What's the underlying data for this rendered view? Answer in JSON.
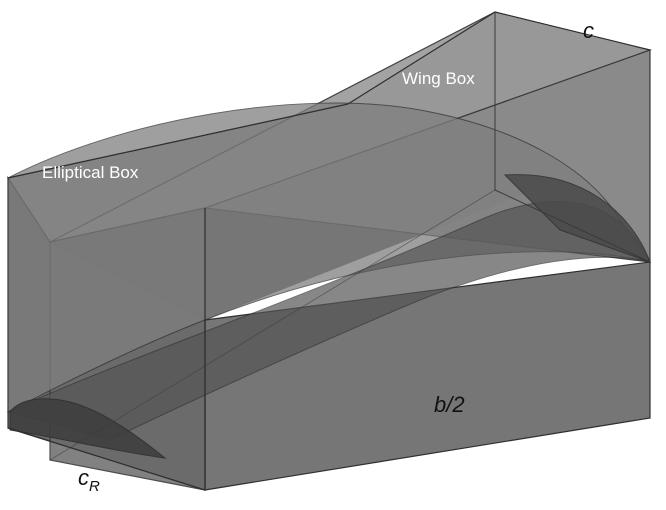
{
  "labels": {
    "wing_box": "Wing Box",
    "elliptical_box": "Elliptical Box",
    "chord_tip": "c",
    "chord_root_letter": "c",
    "chord_root_subscript": "R",
    "half_span": "b/2"
  },
  "colors": {
    "box_face_light": "#8c8c8c",
    "box_face_mid": "#6e6e6e",
    "box_face_dark": "#565656",
    "ellipse_fill": "#5a5a5a",
    "edge": "#2f2f2f",
    "background": "#ffffff"
  }
}
